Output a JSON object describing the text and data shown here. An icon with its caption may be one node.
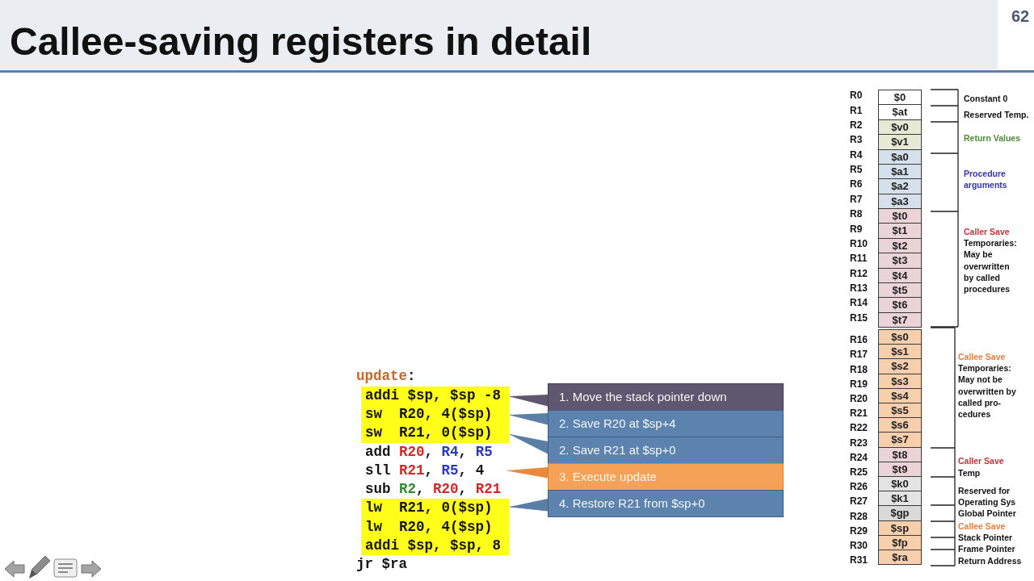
{
  "diagram": {
    "title": "Callee-saving registers in detail",
    "nodes": [
      {
        "text": [
          "$0"
        ],
        "beside": [
          "R0"
        ]
      },
      {
        "text": [
          "$at"
        ],
        "beside": [
          "R1"
        ]
      },
      {
        "text": [
          "$v0"
        ],
        "beside": [
          "R2"
        ]
      },
      {
        "text": [
          "$v1"
        ],
        "beside": [
          "R3"
        ]
      },
      {
        "text": [
          "$a0"
        ],
        "beside": [
          "R4"
        ]
      },
      {
        "text": [
          "$a1"
        ],
        "beside": [
          "R5"
        ]
      },
      {
        "text": [
          "$a2"
        ],
        "beside": [
          "R6"
        ]
      },
      {
        "text": [
          "$a3"
        ],
        "beside": [
          "R7"
        ]
      },
      {
        "text": [
          "$t0"
        ],
        "beside": [
          "R8"
        ]
      },
      {
        "text": [
          "$t1"
        ],
        "beside": [
          "R9"
        ]
      },
      {
        "text": [
          "$t2"
        ],
        "beside": [
          "R10"
        ]
      },
      {
        "text": [
          "$t3"
        ],
        "beside": [
          "R11"
        ]
      },
      {
        "text": [
          "$t4"
        ],
        "beside": [
          "R12"
        ]
      },
      {
        "text": [
          "$t5"
        ],
        "beside": [
          "R13"
        ]
      },
      {
        "text": [
          "$t6"
        ],
        "beside": [
          "R14"
        ]
      },
      {
        "text": [
          "$t7"
        ],
        "beside": [
          "R15"
        ]
      },
      {
        "text": [
          "$s0"
        ],
        "beside": [
          "R16"
        ]
      },
      {
        "text": [
          "$s1"
        ],
        "beside": [
          "R17"
        ]
      },
      {
        "text": [
          "$s2"
        ],
        "beside": [
          "R18"
        ]
      },
      {
        "text": [
          "$s3"
        ],
        "beside": [
          "R19"
        ]
      },
      {
        "text": [
          "$s4"
        ],
        "beside": [
          "R20"
        ]
      },
      {
        "text": [
          "$s5"
        ],
        "beside": [
          "R21"
        ]
      },
      {
        "text": [
          "$s6"
        ],
        "beside": [
          "R22"
        ]
      },
      {
        "text": [
          "$s7"
        ],
        "beside": [
          "R23"
        ]
      },
      {
        "text": [
          "$t8"
        ],
        "beside": [
          "R24"
        ]
      },
      {
        "text": [
          "$t9"
        ],
        "beside": [
          "R25"
        ]
      },
      {
        "text": [
          "$k0"
        ],
        "beside": [
          "R26"
        ]
      },
      {
        "text": [
          "$k1"
        ],
        "beside": [
          "R27"
        ]
      },
      {
        "text": [
          "$gp"
        ],
        "beside": [
          "R28"
        ]
      },
      {
        "text": [
          "$sp"
        ],
        "beside": [
          "R29"
        ]
      },
      {
        "text": [
          "$fp"
        ],
        "beside": [
          "R30"
        ]
      },
      {
        "text": [
          "$ra"
        ],
        "beside": [
          "R31"
        ]
      },
      {
        "text": [
          "addi $sp, $sp -8"
        ]
      },
      {
        "text": [
          "sw  R20, 4($sp)"
        ]
      },
      {
        "text": [
          "sw  R21, 0($sp)"
        ]
      },
      {
        "text": [
          "sll R21, R5, 4"
        ]
      },
      {
        "text": [
          "lw  R21, 0($sp)"
        ]
      },
      {
        "text": [
          "lw  R20, 4($sp)"
        ]
      },
      {
        "text": [
          "addi $sp, $sp, 8"
        ]
      },
      {
        "text": [
          "1. Move the stack pointer down"
        ]
      },
      {
        "text": [
          "2. Save R20 at $sp+4"
        ]
      },
      {
        "text": [
          "2. Save R21 at $sp+0"
        ]
      },
      {
        "text": [
          "3. Execute update"
        ]
      },
      {
        "text": [
          "4. Restore R21 from $sp+0"
        ]
      }
    ],
    "edges": [
      {
        "from": 39,
        "to": 32,
        "arrow": "none",
        "color": "#5f566f"
      },
      {
        "from": 40,
        "to": 33,
        "arrow": "none"
      },
      {
        "from": 41,
        "to": 34,
        "arrow": "none"
      },
      {
        "from": 42,
        "to": 35,
        "arrow": "none",
        "color": "#e8893c"
      },
      {
        "from": 43,
        "to": 36,
        "arrow": "none"
      }
    ],
    "labels": [
      "62",
      "update:",
      "add R20, R4, R5",
      "sub R2, R20, R21",
      "jr $ra",
      "Constant 0",
      "Reserved Temp.",
      "Return Values",
      "Procedure arguments",
      "Caller Save",
      "Temporaries: May be overwritten by called procedures",
      "Callee Save",
      "Temporaries: May not be overwritten by called pro- cedures",
      "Caller Save",
      "Temp",
      "Reserved for Operating Sys",
      "Global Pointer",
      "Callee Save",
      "Stack Pointer",
      "Frame Pointer",
      "Return Address"
    ]
  }
}
